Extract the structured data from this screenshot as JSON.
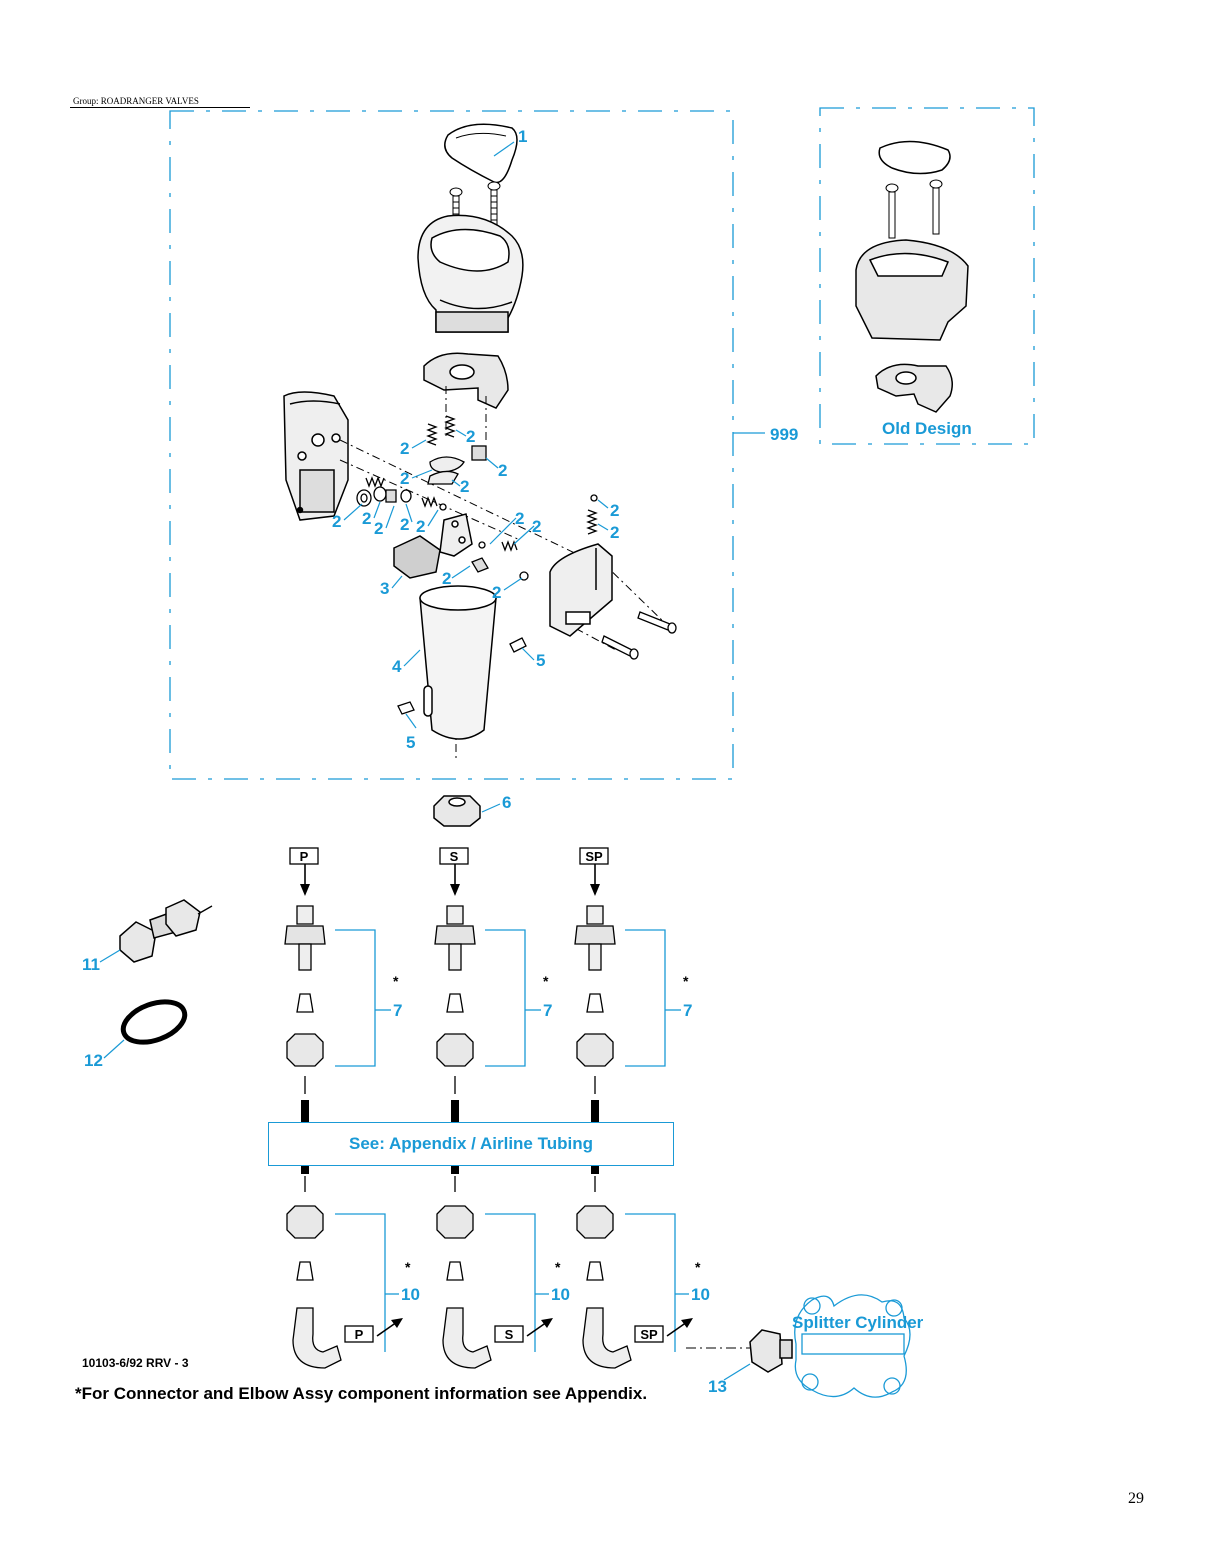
{
  "header": {
    "group": "Group: ROADRANGER VALVES"
  },
  "page_number": "29",
  "labels": {
    "old_design": "Old Design",
    "assembly_999": "999",
    "appendix_box": "See: Appendix / Airline Tubing",
    "splitter_cylinder": "Splitter Cylinder",
    "figure_id": "10103-6/92 RRV - 3",
    "footnote": "*For Connector and Elbow Assy component information see Appendix."
  },
  "callouts": {
    "c1": "1",
    "c2": "2",
    "c3": "3",
    "c4": "4",
    "c5": "5",
    "c6": "6",
    "c7": "7",
    "c10": "10",
    "c11": "11",
    "c12": "12",
    "c13": "13",
    "star": "*"
  },
  "ports": {
    "p": "P",
    "s": "S",
    "sp": "SP"
  },
  "colors": {
    "callout_blue": "#1a9ad6",
    "line": "#000000"
  },
  "icons": [
    "shift-knob-icon",
    "old-design-knob-icon",
    "spring-icon",
    "screw-icon",
    "nut-icon",
    "connector-icon",
    "elbow-icon",
    "union-fitting-icon",
    "o-ring-icon",
    "splitter-cylinder-icon"
  ]
}
